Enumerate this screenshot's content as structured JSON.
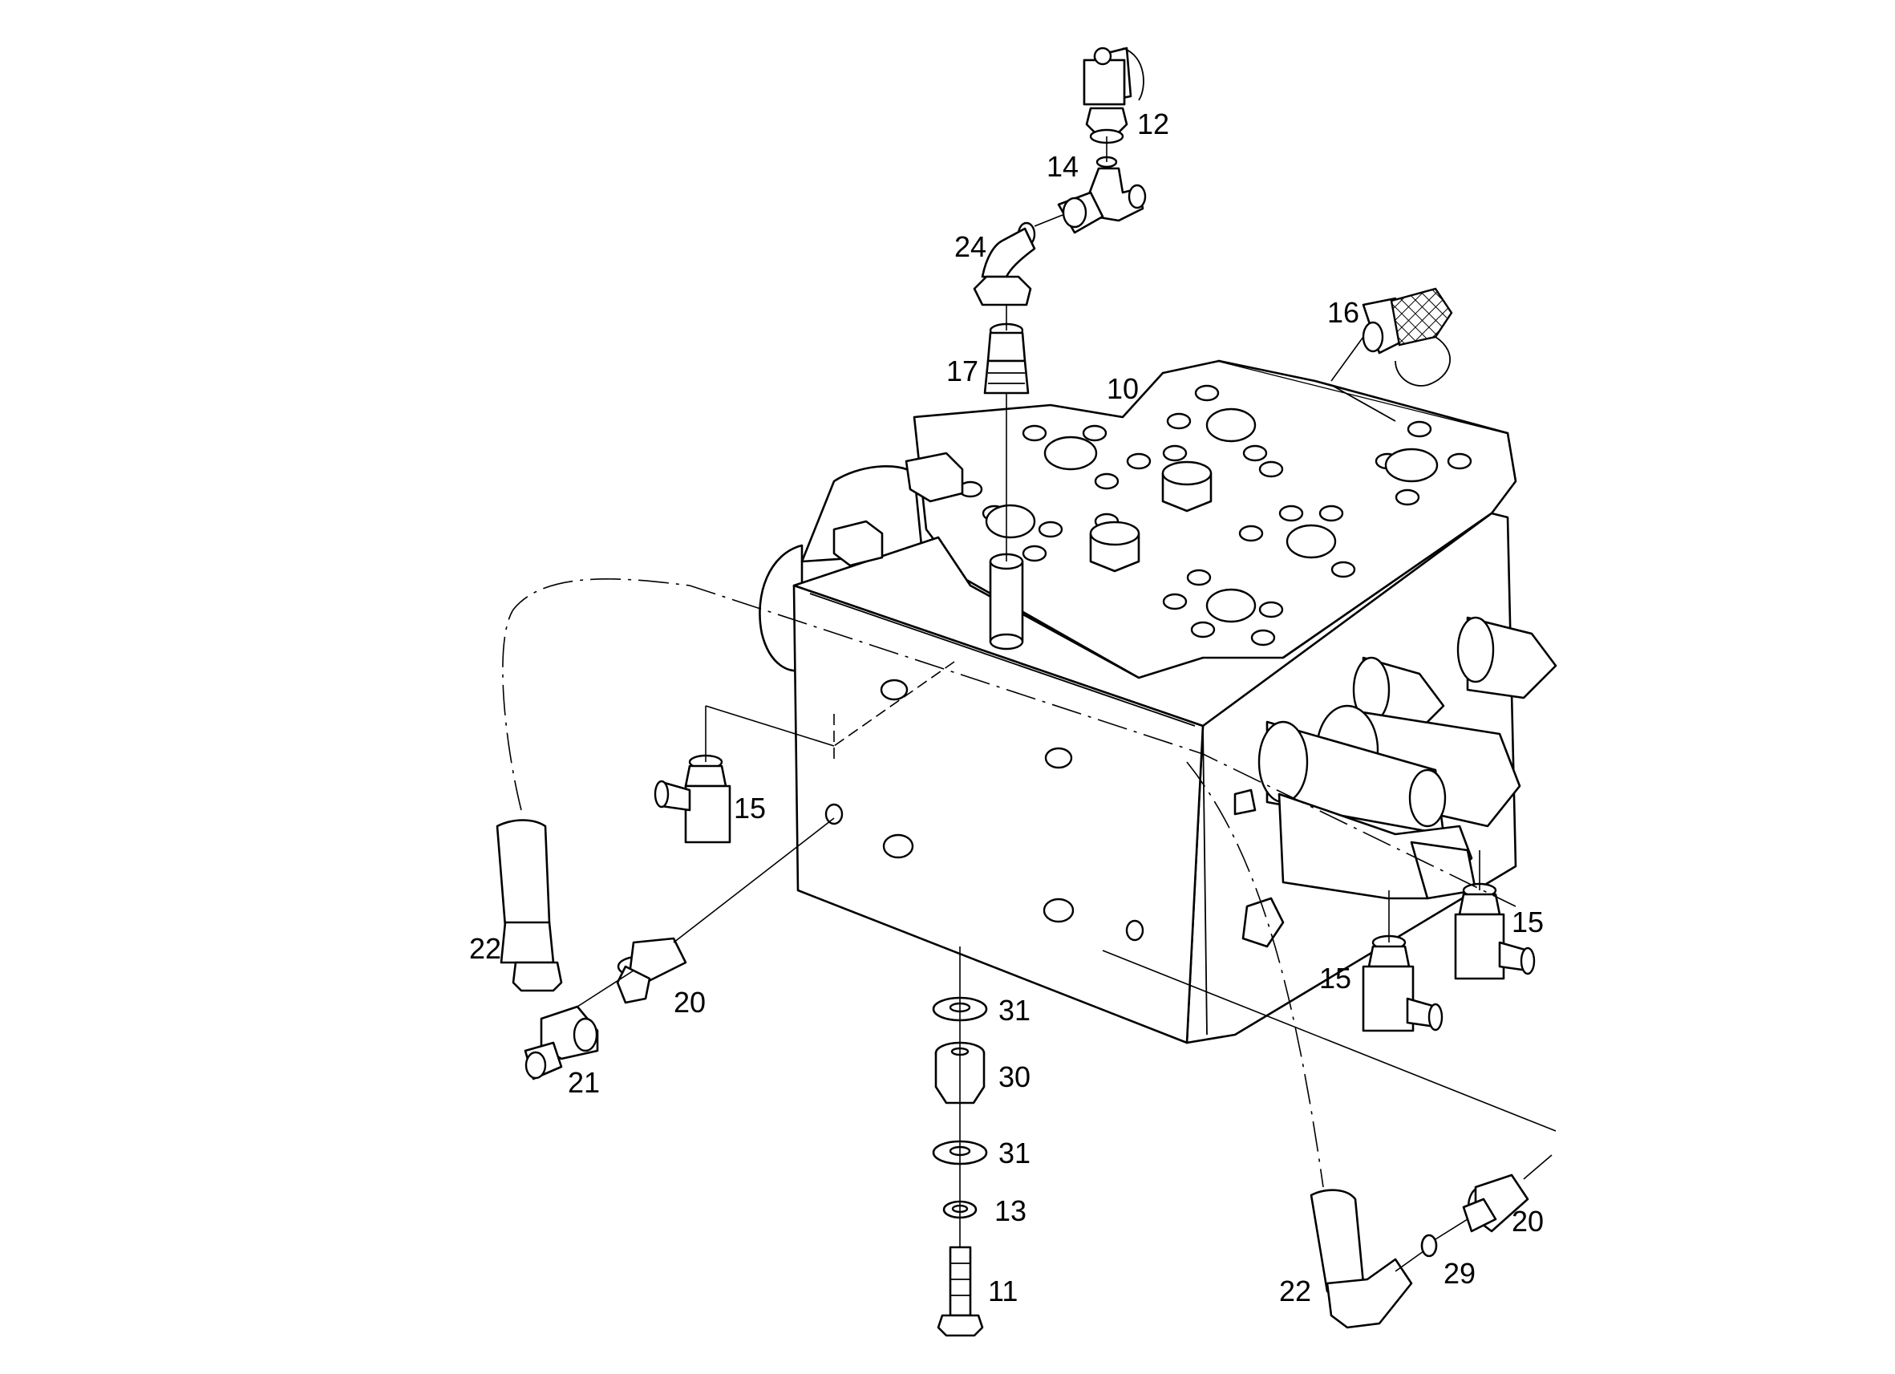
{
  "callouts": {
    "c10": "10",
    "c11": "11",
    "c12": "12",
    "c13": "13",
    "c14": "14",
    "c15a": "15",
    "c15b": "15",
    "c15c": "15",
    "c16": "16",
    "c17": "17",
    "c20a": "20",
    "c20b": "20",
    "c21": "21",
    "c22a": "22",
    "c22b": "22",
    "c24": "24",
    "c29": "29",
    "c30": "30",
    "c31a": "31",
    "c31b": "31"
  },
  "colors": {
    "line": "#000000",
    "background": "#ffffff"
  }
}
